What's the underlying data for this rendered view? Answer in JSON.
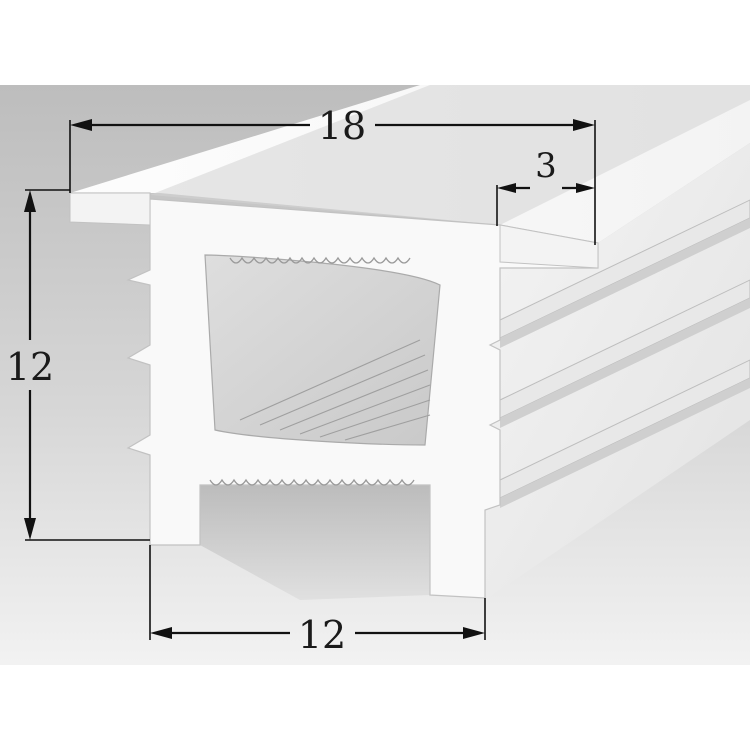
{
  "dimensions": {
    "top_width": "18",
    "flange_width": "3",
    "height": "12",
    "base_width": "12"
  },
  "colors": {
    "background_top": "#c6c6c6",
    "background_bottom": "#efefef",
    "profile_face": "#f8f8f8",
    "profile_shadow": "#dcdcdc",
    "cavity": "#d0d0d0",
    "line": "#111111"
  }
}
